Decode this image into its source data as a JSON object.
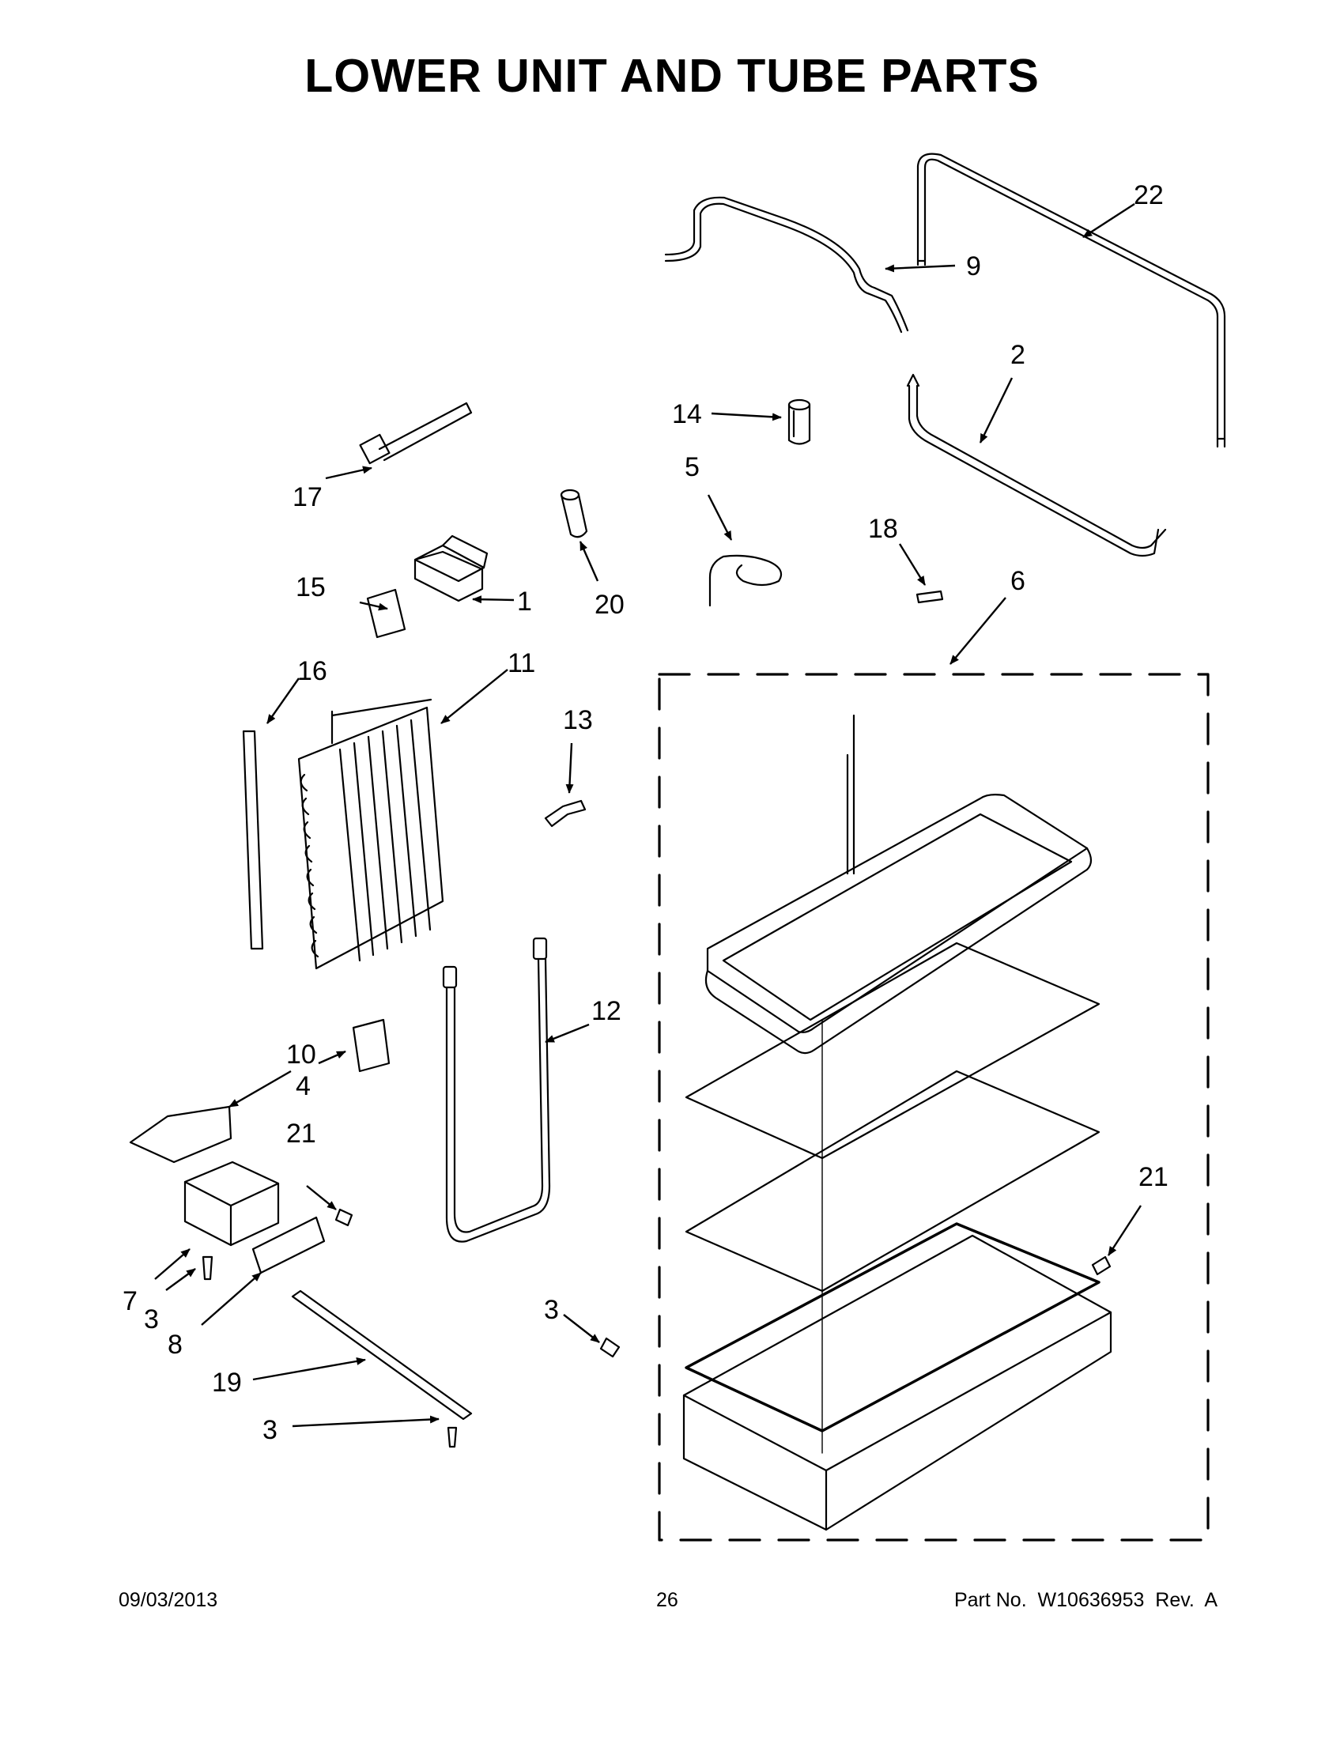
{
  "title": "LOWER UNIT AND TUBE PARTS",
  "footer": {
    "date": "09/03/2013",
    "page": "26",
    "part": "Part No.  W10636953  Rev.  A"
  },
  "callouts": {
    "c1": "1",
    "c2": "2",
    "c3a": "3",
    "c3b": "3",
    "c3c": "3",
    "c4": "4",
    "c5": "5",
    "c6": "6",
    "c7": "7",
    "c8": "8",
    "c9": "9",
    "c10": "10",
    "c11": "11",
    "c12": "12",
    "c13": "13",
    "c14": "14",
    "c15": "15",
    "c16": "16",
    "c17": "17",
    "c18": "18",
    "c19": "19",
    "c20": "20",
    "c21a": "21",
    "c21b": "21",
    "c22": "22"
  }
}
